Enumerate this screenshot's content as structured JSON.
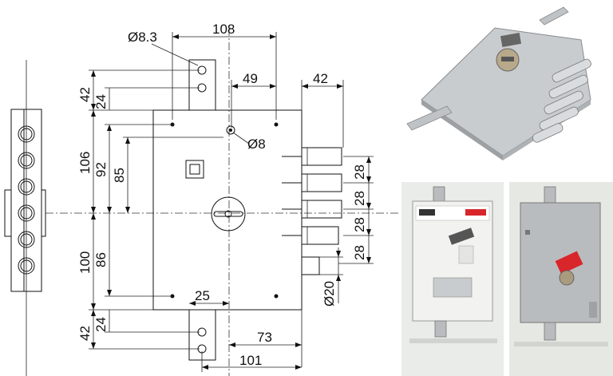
{
  "dimensions": {
    "hole_diameter_top": "Ø8.3",
    "top_width": "108",
    "top_offset": "49",
    "bolt_depth": "42",
    "top_tab_height": "42",
    "top_tab_inner": "24",
    "upper_height_outer": "106",
    "upper_height_mid": "92",
    "upper_height_inner": "85",
    "hole_diameter_small": "Ø8",
    "bolt_spacing_1": "28",
    "bolt_spacing_2": "28",
    "bolt_spacing_3": "28",
    "bolt_spacing_4": "28",
    "lower_height_outer": "100",
    "lower_height_inner": "86",
    "bolt_diameter": "Ø20",
    "tab_width_bottom": "25",
    "bottom_tab_height": "42",
    "bottom_tab_inner": "24",
    "bottom_offset_inner": "73",
    "bottom_offset_outer": "101"
  },
  "colors": {
    "line": "#111111",
    "photo_metal": "#c9ccce",
    "label_red": "#d8262b"
  },
  "photos": {
    "main": "lock-product-photo",
    "front": "packaged-lock-front",
    "back": "packaged-lock-back"
  }
}
